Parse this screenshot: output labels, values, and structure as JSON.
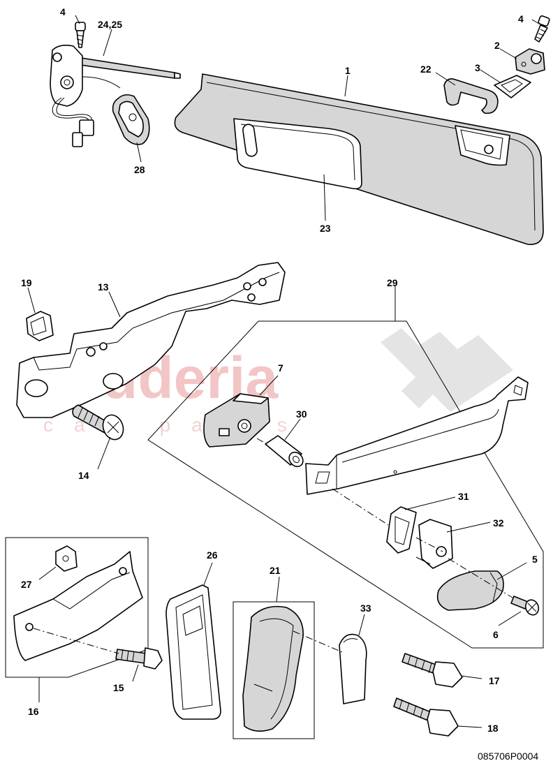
{
  "diagram": {
    "reference_code": "085706P0004",
    "watermark": {
      "brand": "souderia",
      "subtitle": "car parts"
    },
    "callouts": {
      "c1": "1",
      "c2": "2",
      "c3": "3",
      "c4a": "4",
      "c4b": "4",
      "c5": "5",
      "c6": "6",
      "c7": "7",
      "c13": "13",
      "c14": "14",
      "c15": "15",
      "c16": "16",
      "c17": "17",
      "c18": "18",
      "c19": "19",
      "c21": "21",
      "c22": "22",
      "c23": "23",
      "c24_25": "24,25",
      "c26": "26",
      "c27": "27",
      "c28": "28",
      "c29": "29",
      "c30": "30",
      "c31": "31",
      "c32": "32",
      "c33": "33"
    }
  }
}
